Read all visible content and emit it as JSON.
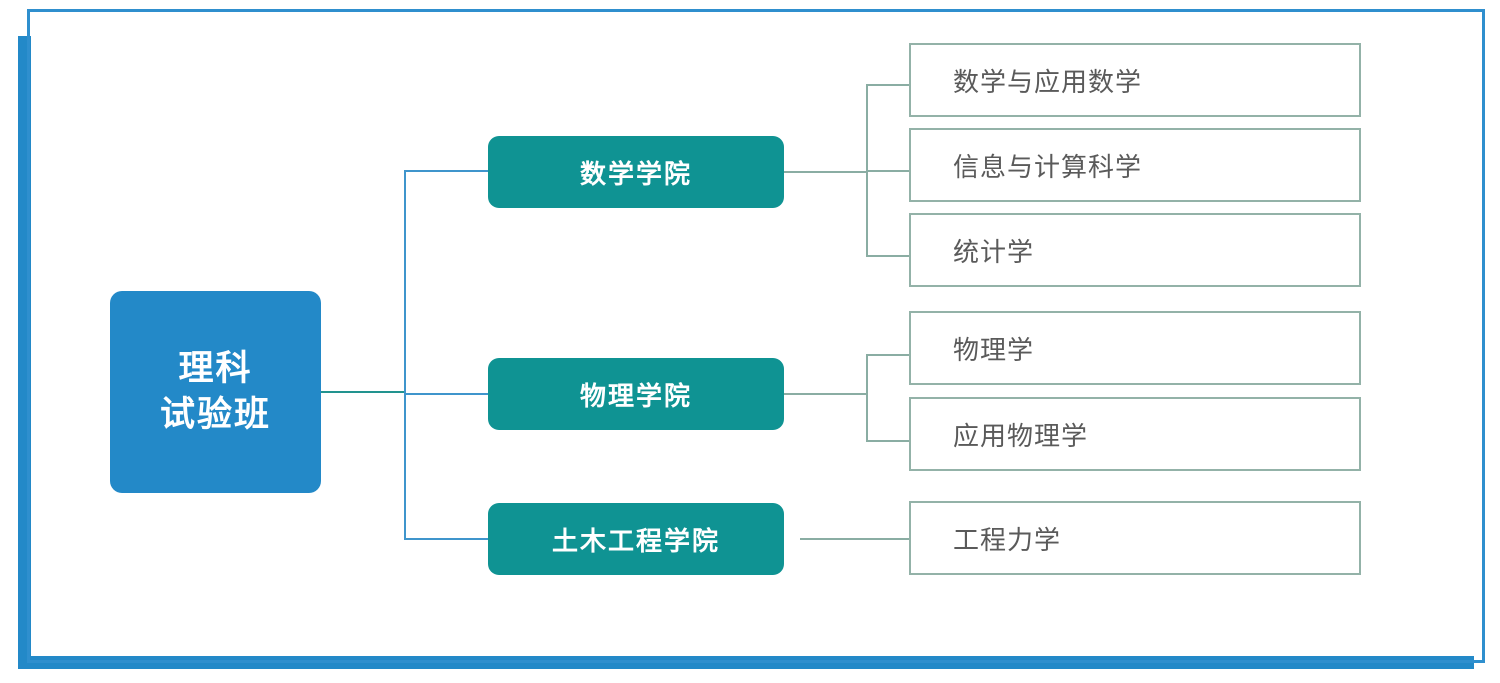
{
  "diagram": {
    "root": {
      "line1": "理科",
      "line2": "试验班"
    },
    "departments": [
      {
        "id": "math",
        "label": "数学学院"
      },
      {
        "id": "physics",
        "label": "物理学院"
      },
      {
        "id": "civil",
        "label": "土木工程学院"
      }
    ],
    "majors": {
      "math": [
        {
          "label": "数学与应用数学"
        },
        {
          "label": "信息与计算科学"
        },
        {
          "label": "统计学"
        }
      ],
      "physics": [
        {
          "label": "物理学"
        },
        {
          "label": "应用物理学"
        }
      ],
      "civil": [
        {
          "label": "工程力学"
        }
      ]
    }
  },
  "colors": {
    "root_fill": "#2389c8",
    "department_fill": "#0f9393",
    "leaf_border": "#93b2a8",
    "leaf_text": "#5a5a5a",
    "connector_left": "#3f95cc",
    "connector_left_stub": "#22938f",
    "connector_right": "#8aada3",
    "frame": "#2389c8"
  }
}
